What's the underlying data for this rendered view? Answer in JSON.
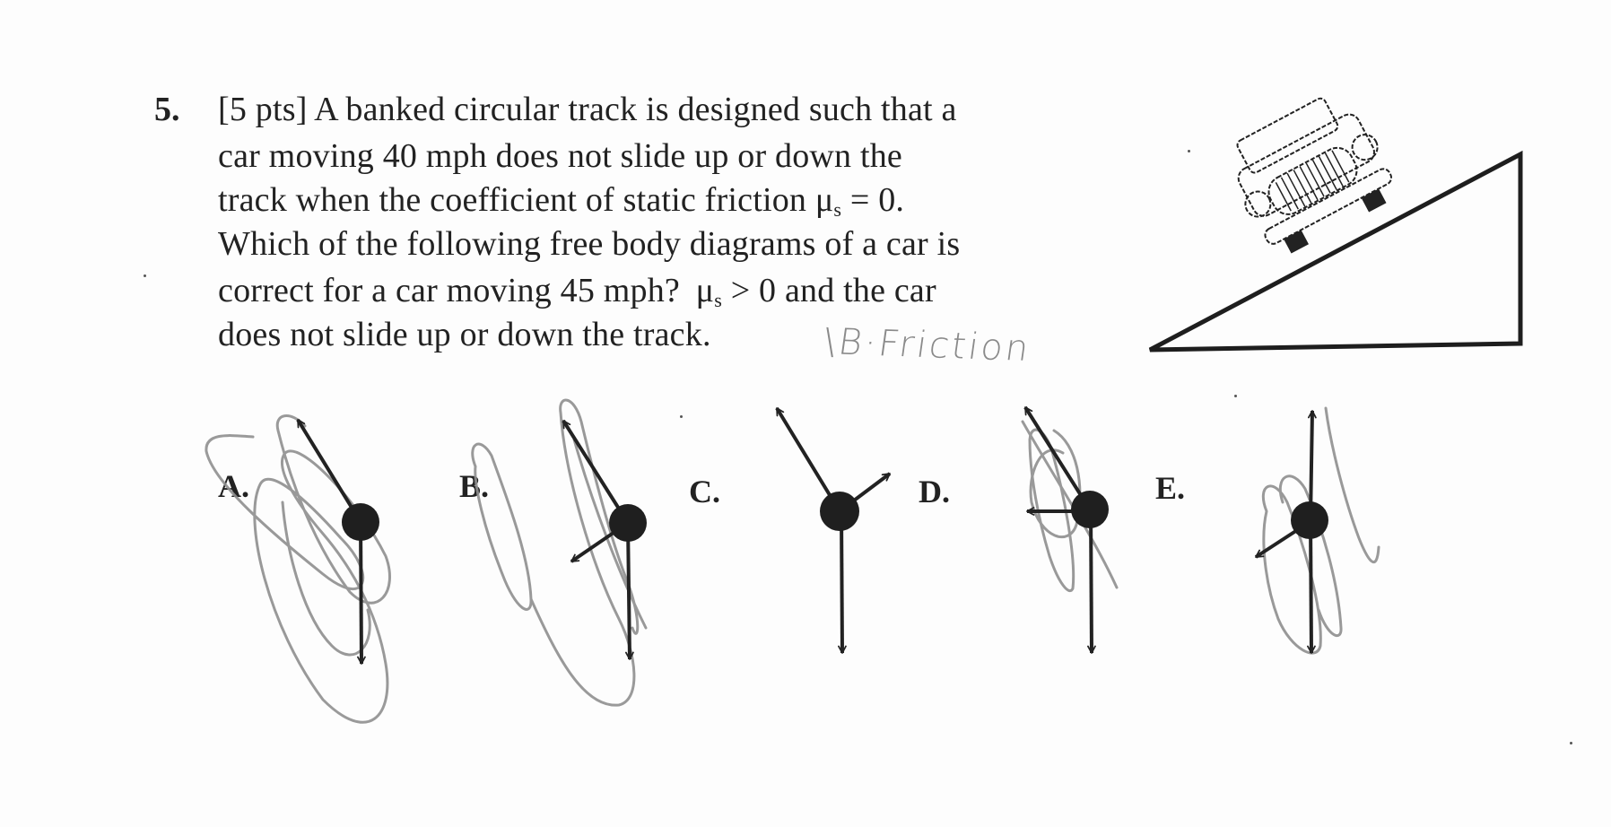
{
  "question": {
    "number": "5.",
    "points": "[5 pts]",
    "lines": [
      "[5 pts] A banked circular track is designed such that a",
      "car moving 40 mph does not slide up or down the",
      "track when the coefficient of static friction",
      "Which of the following free body diagrams of a car is",
      "correct for a car moving 45 mph?",
      "does not slide up or down the track."
    ],
    "line3_math": {
      "symbol": "μ",
      "subscript": "s",
      "relation": "= 0."
    },
    "line5_math": {
      "symbol": "μ",
      "subscript": "s",
      "relation": "> 0 and the car"
    },
    "handwritten_note": "\\B·Friction"
  },
  "figure": {
    "description": "car on inclined banked track",
    "icon": "car-on-incline-icon"
  },
  "options": [
    {
      "label": "A.",
      "scribbled": true
    },
    {
      "label": "B.",
      "scribbled": true
    },
    {
      "label": "C.",
      "scribbled": false
    },
    {
      "label": "D.",
      "scribbled": true
    },
    {
      "label": "E.",
      "scribbled": true
    }
  ],
  "colors": {
    "ink": "#222222",
    "pencil": "#8a8a8a",
    "paper": "#fdfdfd"
  }
}
